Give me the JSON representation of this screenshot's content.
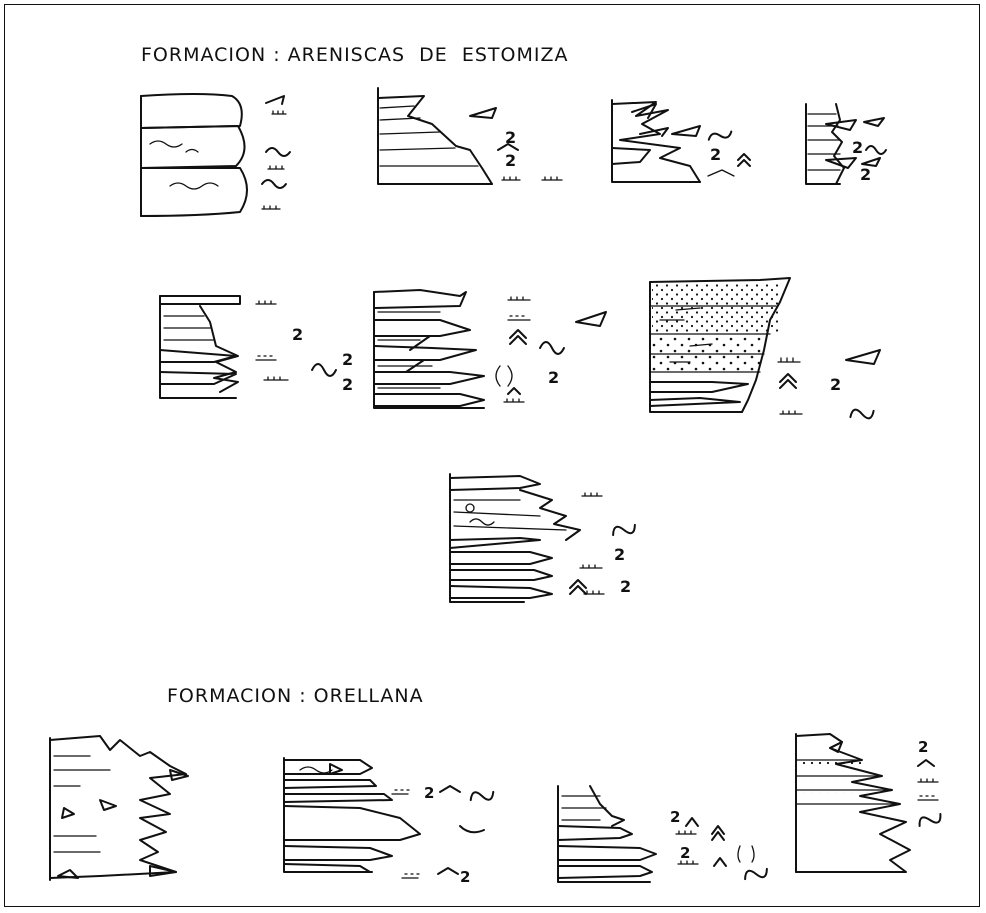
{
  "titles": {
    "formation_1": "FORMACION : ARENISCAS  DE  ESTOMIZA",
    "formation_2": "FORMACION : ORELLANA"
  },
  "colors": {
    "ink": "#111111",
    "paper": "#ffffff"
  },
  "symbols": [
    "ripple-mark",
    "trough-cross-bedding",
    "flaser-bedding",
    "convolute-bedding",
    "bioturbation",
    "pebble-lag"
  ]
}
